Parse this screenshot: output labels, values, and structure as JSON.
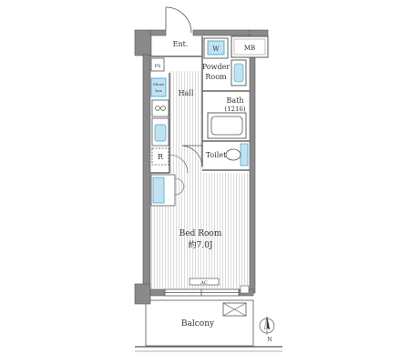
{
  "colors": {
    "wall": "#888888",
    "wall_light": "#aaaaaa",
    "line": "#555555",
    "fixture": "#bfe3f2",
    "fixture_stroke": "#4b9cc0",
    "floor_hatch": "#d0d0d0"
  },
  "rooms": {
    "entrance": "Ent.",
    "mb": "MB",
    "ps": "PS",
    "shoes_box": "Shoes box",
    "hall": "Hall",
    "powder_room_line1": "Powder",
    "powder_room_line2": "Room",
    "bath_line1": "Bath",
    "bath_line2": "(1216)",
    "toilet": "Toilet",
    "refrigerator": "R",
    "bed_room_line1": "Bed Room",
    "bed_room_line2": "約7.0J",
    "ac": "AC",
    "balcony": "Balcony",
    "washer": "W"
  },
  "compass": {
    "label": "N",
    "icon": "north-arrow-icon"
  }
}
